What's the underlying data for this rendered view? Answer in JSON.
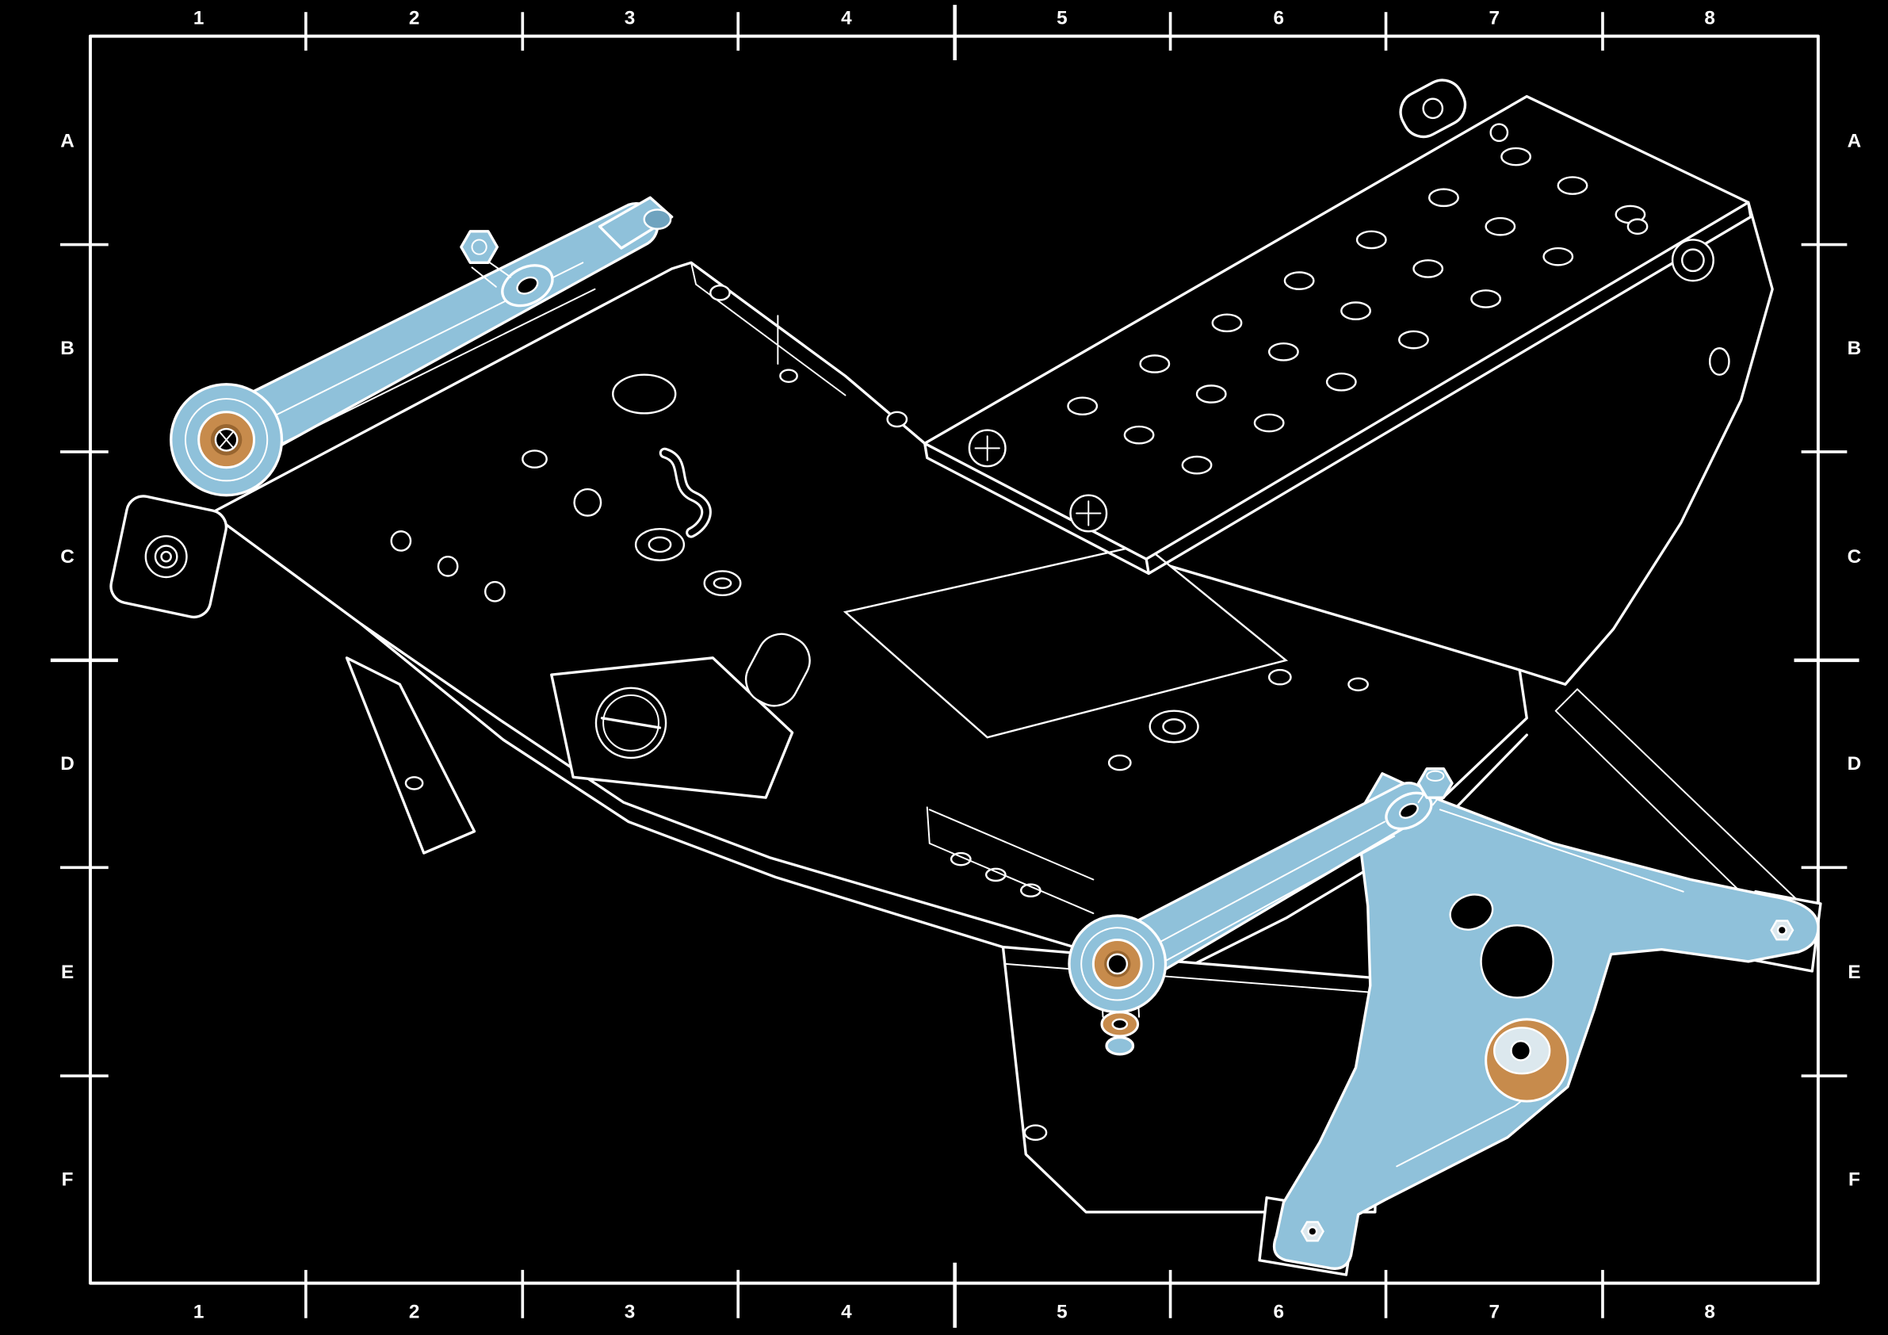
{
  "colors": {
    "bg": "#000000",
    "line": "#FFFFFF",
    "blue": "#8FC1DA",
    "blue-dark": "#6FA3BF",
    "light": "#DCE8EE",
    "orange": "#C78B4C",
    "orange-dark": "#98652F"
  },
  "border": {
    "column_labels": [
      "1",
      "2",
      "3",
      "4",
      "5",
      "6",
      "7",
      "8"
    ],
    "row_labels": [
      "A",
      "B",
      "C",
      "D",
      "E",
      "F"
    ]
  }
}
